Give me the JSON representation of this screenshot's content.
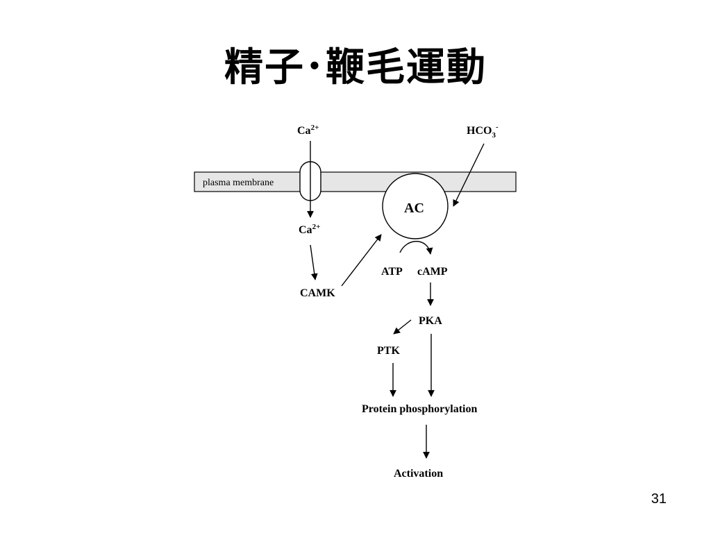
{
  "slide": {
    "title": "精子･鞭毛運動",
    "page_number": "31"
  },
  "diagram": {
    "membrane_label": "plasma membrane",
    "ca_top": "Ca",
    "ca_top_charge": "2+",
    "ca_inside": "Ca",
    "ca_inside_charge": "2+",
    "hco3_main": "HCO",
    "hco3_sub": "3",
    "hco3_charge": "-",
    "ac": "AC",
    "atp": "ATP",
    "camp": "cAMP",
    "camk": "CAMK",
    "pka": "PKA",
    "ptk": "PTK",
    "protein_phosphorylation": "Protein phosphorylation",
    "activation": "Activation"
  },
  "colors": {
    "membrane_fill": "#e6e6e6",
    "stroke": "#000000"
  }
}
